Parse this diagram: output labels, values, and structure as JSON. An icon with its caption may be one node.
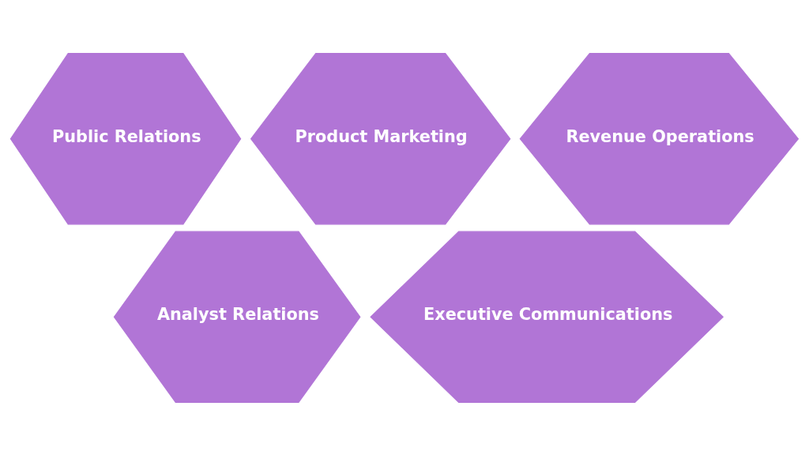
{
  "diagram": {
    "nodes": [
      {
        "text": [
          "Public Relations"
        ]
      },
      {
        "text": [
          "Product Marketing"
        ]
      },
      {
        "text": [
          "Revenue Operations"
        ]
      },
      {
        "text": [
          "Analyst Relations"
        ]
      },
      {
        "text": [
          "Executive Communications"
        ]
      }
    ]
  }
}
